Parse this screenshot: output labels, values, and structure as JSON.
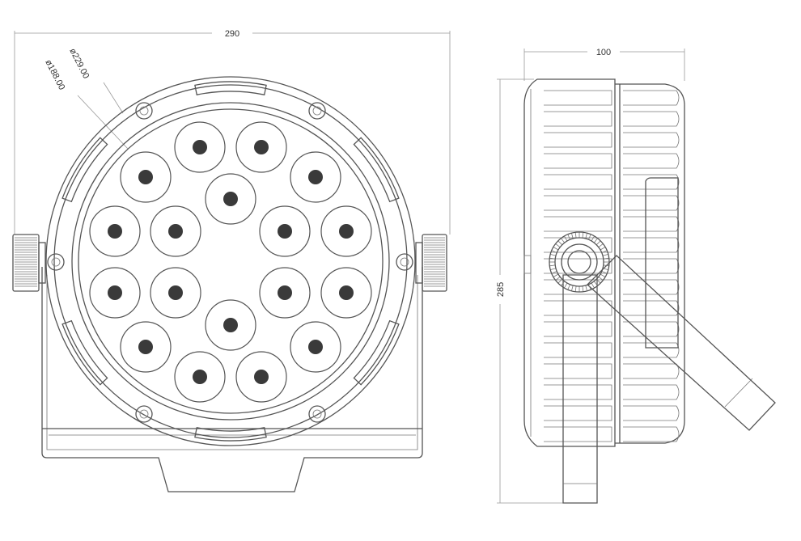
{
  "dimensions": {
    "front_width": "290",
    "outer_diameter": "ø229.00",
    "inner_diameter": "ø188.00",
    "side_depth": "100",
    "side_height": "285"
  },
  "fixture": {
    "led_count": 18
  }
}
